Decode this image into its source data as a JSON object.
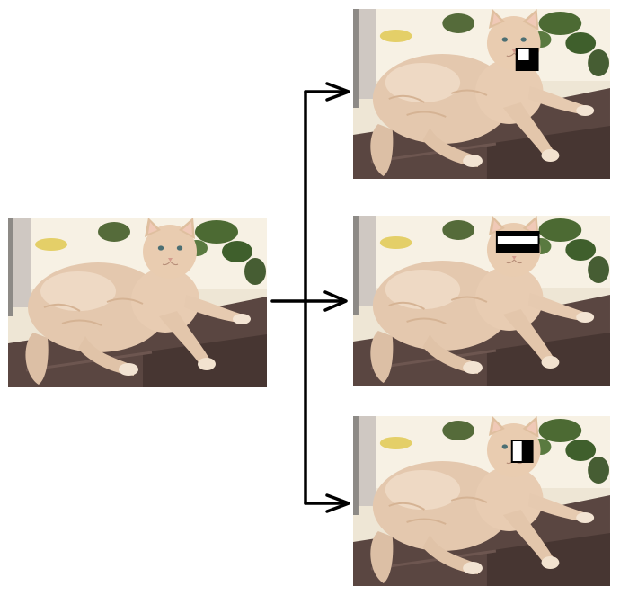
{
  "diagram": {
    "source_image": {
      "subject": "cat-photo",
      "overlay": null
    },
    "outputs": [
      {
        "subject": "cat-photo",
        "overlay": "corner-square-feature",
        "overlay_colors": [
          "#000000",
          "#ffffff"
        ]
      },
      {
        "subject": "cat-photo",
        "overlay": "horizontal-stripe-feature",
        "overlay_colors": [
          "#000000",
          "#ffffff"
        ]
      },
      {
        "subject": "cat-photo",
        "overlay": "vertical-two-rect-feature",
        "overlay_colors": [
          "#ffffff",
          "#000000"
        ]
      }
    ],
    "arrow_color": "#000000"
  }
}
